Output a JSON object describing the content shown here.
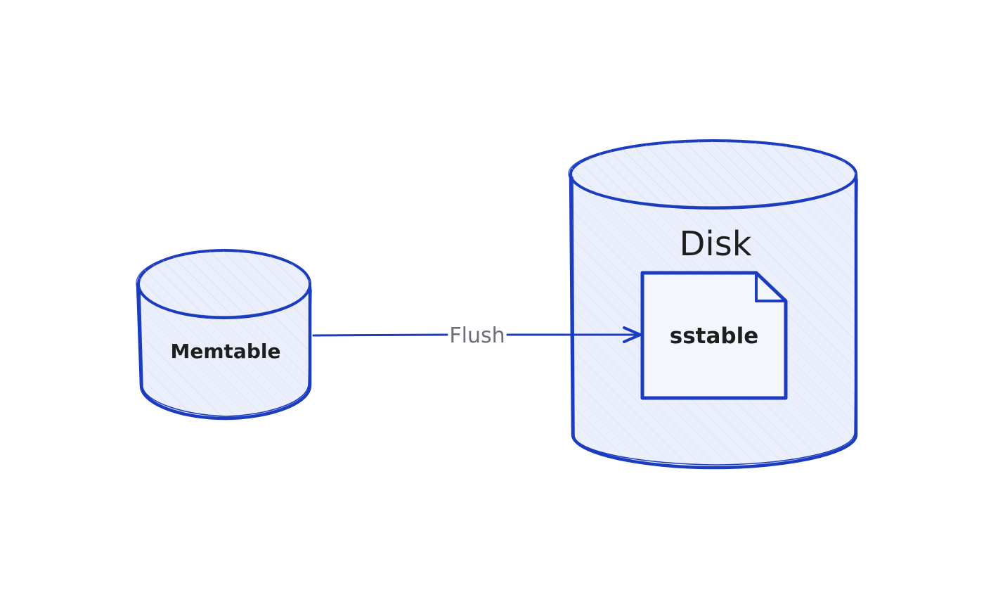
{
  "colors": {
    "stroke": "#1c3cbf",
    "fill": "#eaeffb",
    "doc_fill": "#f3f6fd",
    "text": "#1e1e1e",
    "flush_text": "#6b6e7a",
    "background": "#ffffff"
  },
  "nodes": {
    "memtable": {
      "label": "Memtable",
      "shape": "cylinder"
    },
    "disk": {
      "label": "Disk",
      "shape": "cylinder"
    },
    "sstable": {
      "label": "sstable",
      "shape": "document"
    }
  },
  "edges": [
    {
      "from": "memtable",
      "to": "sstable",
      "label": "Flush"
    }
  ]
}
